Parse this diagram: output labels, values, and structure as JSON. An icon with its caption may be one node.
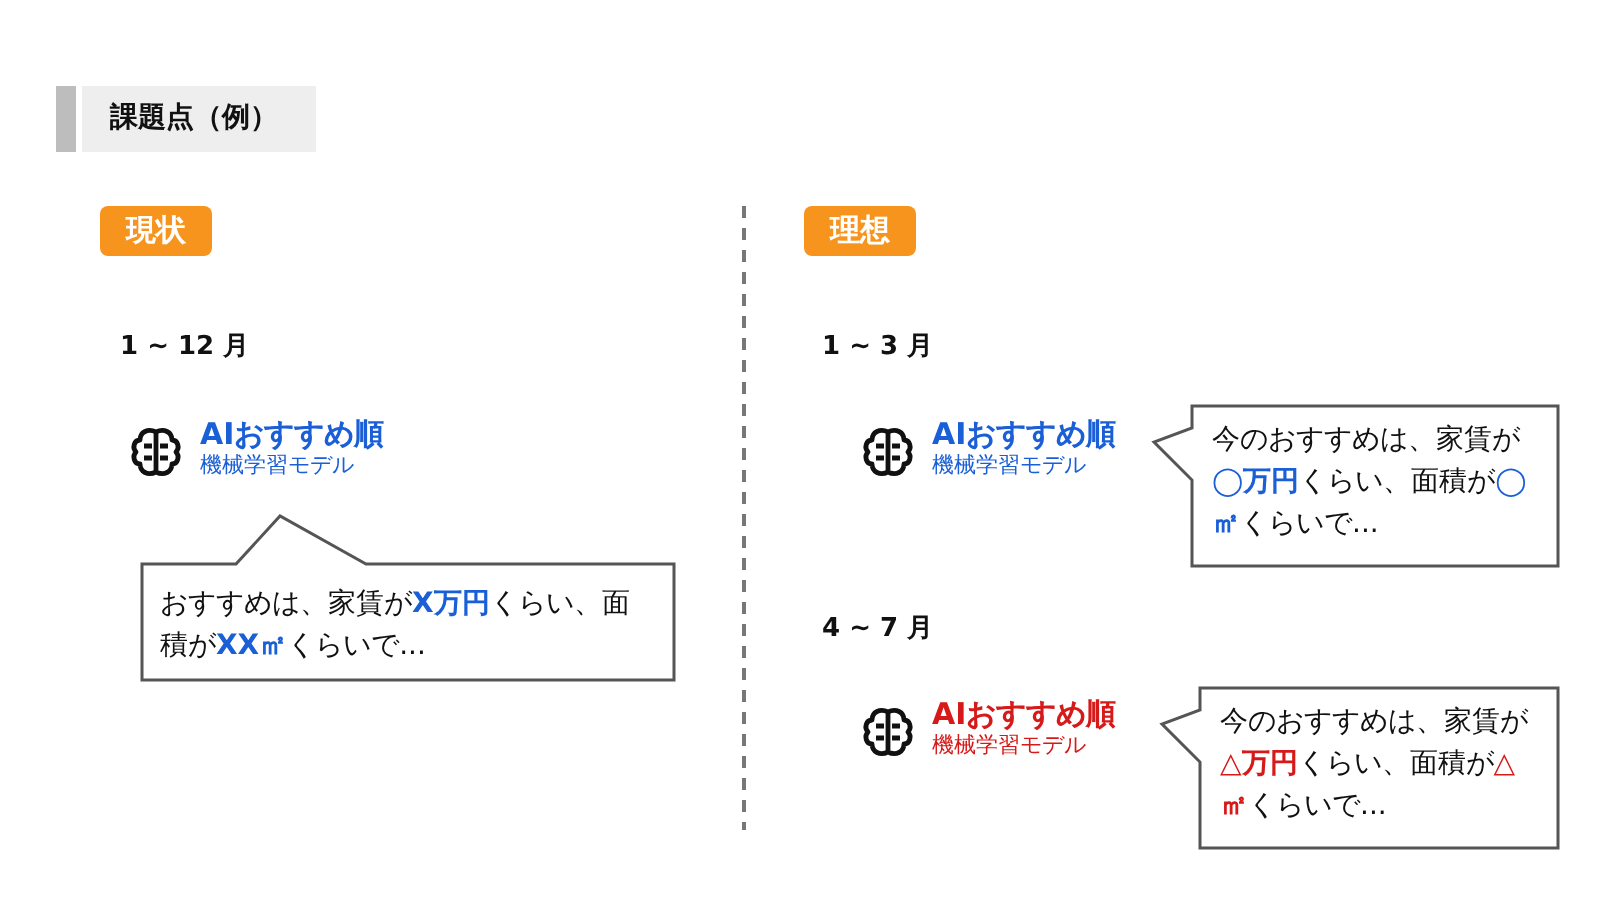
{
  "diagram": {
    "title": "課題点（例）",
    "nodes": [
      {
        "text": [
          "現状"
        ]
      },
      {
        "text": [
          "理想"
        ]
      },
      {
        "text": [
          "AIおすすめ順",
          "機械学習モデル"
        ]
      },
      {
        "text": [
          "おすすめは、家賃が**X万円**くらい、面積が**XX㎡**くらいで..."
        ]
      },
      {
        "text": [
          "AIおすすめ順",
          "機械学習モデル"
        ]
      },
      {
        "text": [
          "今のおすすめは、家賃が**◯万円**くらい、面積が**◯㎡**くらいで..."
        ]
      },
      {
        "text": [
          "AIおすすめ順",
          "機械学習モデル"
        ]
      },
      {
        "text": [
          "今のおすすめは、家賃が**△万円**くらい、面積が**△㎡**くらいで..."
        ]
      }
    ],
    "labels": [
      "1 ~ 12 月",
      "1 ~ 3 月",
      "4 ~ 7 月"
    ]
  }
}
